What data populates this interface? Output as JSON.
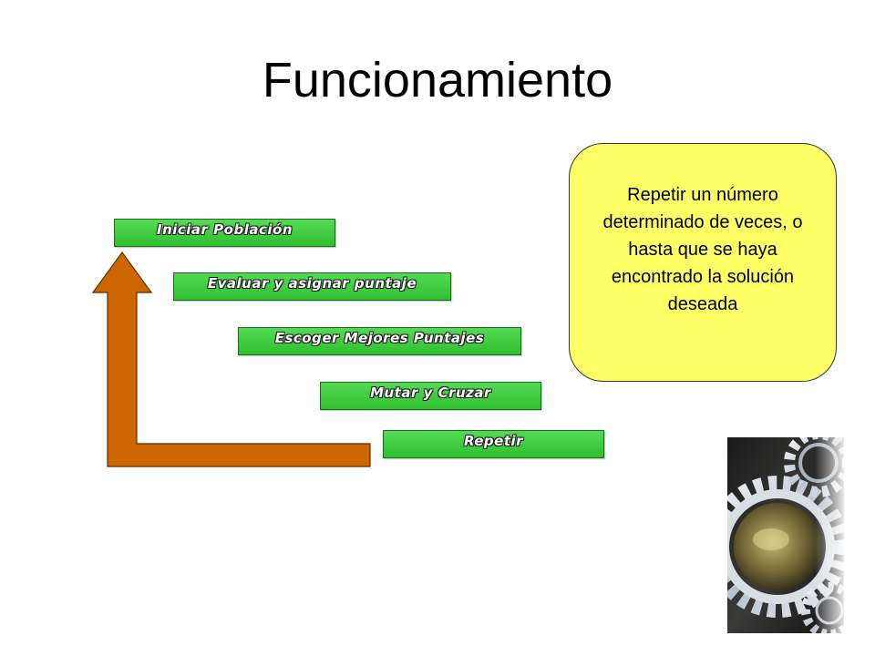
{
  "slide": {
    "title": "Funcionamiento"
  },
  "steps": [
    {
      "label": "Iniciar Población"
    },
    {
      "label": "Evaluar y asignar puntaje"
    },
    {
      "label": "Escoger Mejores Puntajes"
    },
    {
      "label": "Mutar y Cruzar"
    },
    {
      "label": "Repetir"
    }
  ],
  "note": {
    "text": "Repetir un número determinado de veces, o hasta que se haya encontrado la solución deseada"
  },
  "colors": {
    "step_fill": "#3cc93c",
    "arrow_fill": "#cc6600",
    "note_fill": "#ffff66"
  },
  "icons": {
    "loop_arrow": "return-arrow-icon",
    "photo": "gears-icon"
  }
}
